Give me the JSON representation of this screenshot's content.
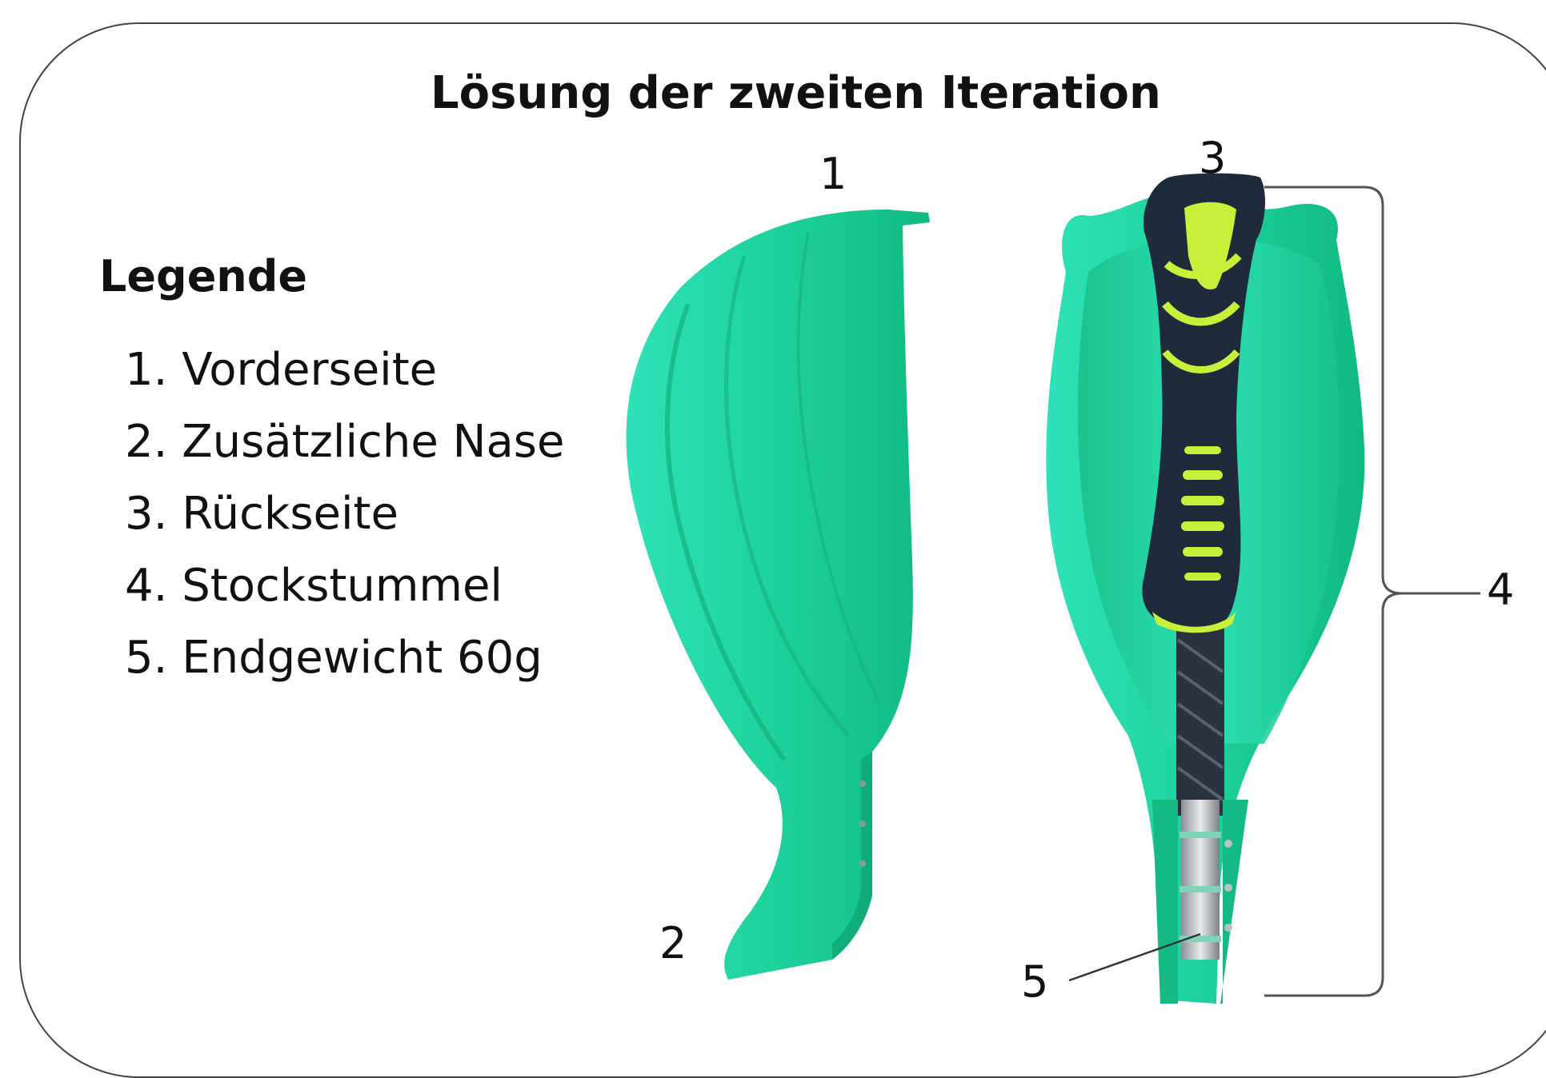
{
  "title": "Lösung der zweiten Iteration",
  "legend": {
    "heading": "Legende",
    "items": [
      "1. Vorderseite",
      "2. Zusätzliche Nase",
      "3. Rückseite",
      "4. Stockstummel",
      "5. Endgewicht 60g"
    ]
  },
  "callouts": {
    "c1": "1",
    "c2": "2",
    "c3": "3",
    "c4": "4",
    "c5": "5"
  },
  "colors": {
    "shell_green": "#16c98c",
    "shell_light": "#2ee0b0",
    "grip_dark": "#1f2a3a",
    "grip_lime": "#c8ef3a",
    "frame": "#444444"
  }
}
